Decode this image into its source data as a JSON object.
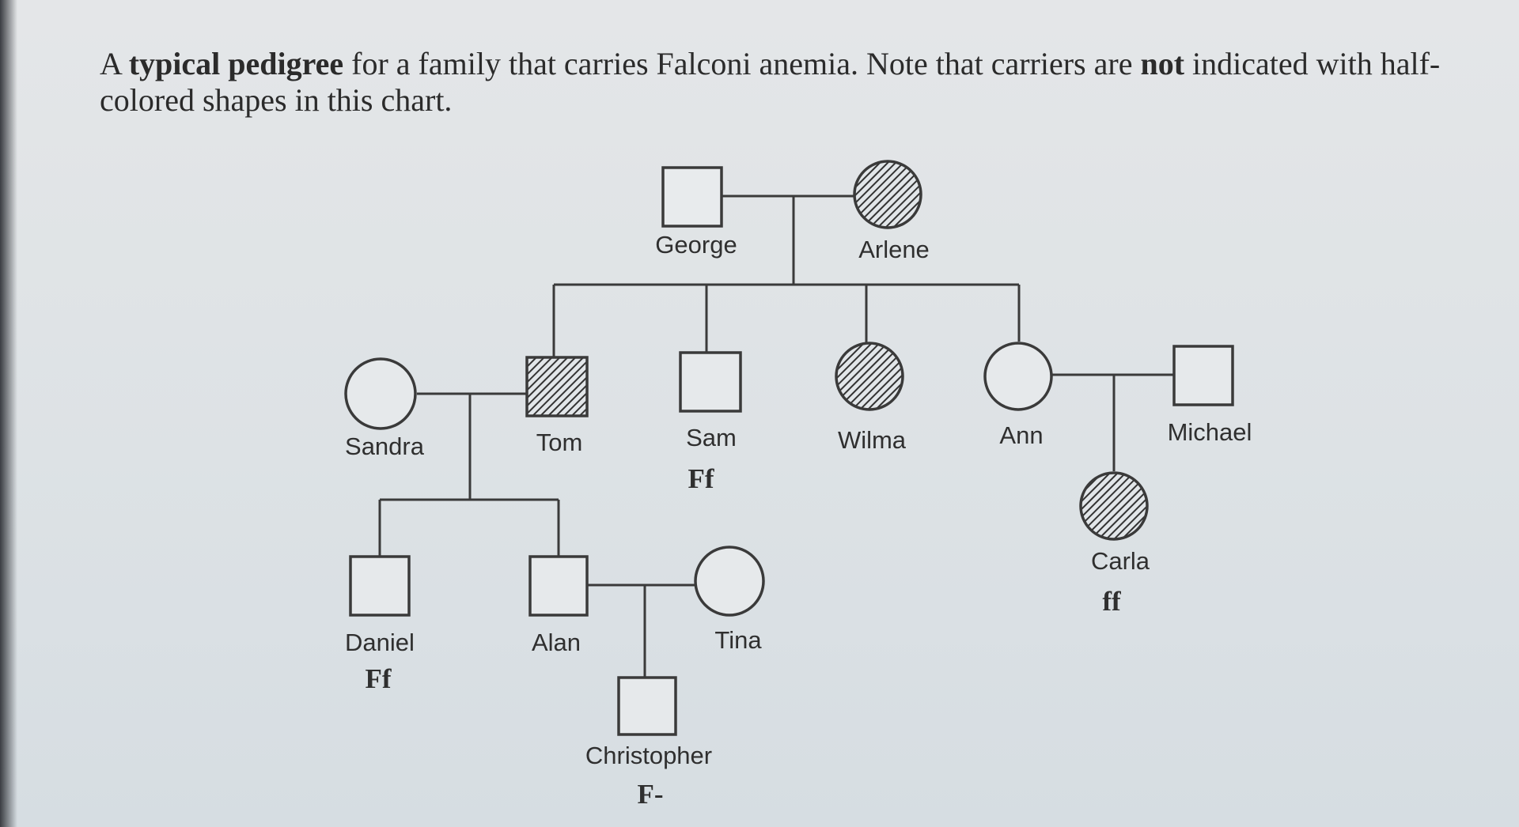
{
  "caption": {
    "part1": "A ",
    "bold1": "typical pedigree",
    "part2": " for a family that carries Falconi anemia.  Note that carriers are ",
    "bold2": "not",
    "part3": " indicated with half-colored shapes in this chart."
  },
  "colors": {
    "line": "#3a3a3a",
    "paper": "#e2e6e9",
    "hatch": "#333333"
  },
  "people": {
    "george": {
      "name": "George",
      "sex": "male",
      "affected": false,
      "genotype": ""
    },
    "arlene": {
      "name": "Arlene",
      "sex": "female",
      "affected": true,
      "genotype": ""
    },
    "sandra": {
      "name": "Sandra",
      "sex": "female",
      "affected": false,
      "genotype": ""
    },
    "tom": {
      "name": "Tom",
      "sex": "male",
      "affected": true,
      "genotype": ""
    },
    "sam": {
      "name": "Sam",
      "sex": "male",
      "affected": false,
      "genotype": "Ff"
    },
    "wilma": {
      "name": "Wilma",
      "sex": "female",
      "affected": true,
      "genotype": ""
    },
    "ann": {
      "name": "Ann",
      "sex": "female",
      "affected": false,
      "genotype": ""
    },
    "michael": {
      "name": "Michael",
      "sex": "male",
      "affected": false,
      "genotype": ""
    },
    "carla": {
      "name": "Carla",
      "sex": "female",
      "affected": true,
      "genotype": "ff"
    },
    "daniel": {
      "name": "Daniel",
      "sex": "male",
      "affected": false,
      "genotype": "Ff"
    },
    "alan": {
      "name": "Alan",
      "sex": "male",
      "affected": false,
      "genotype": ""
    },
    "tina": {
      "name": "Tina",
      "sex": "female",
      "affected": false,
      "genotype": ""
    },
    "christopher": {
      "name": "Christopher",
      "sex": "male",
      "affected": false,
      "genotype": "F-"
    }
  }
}
